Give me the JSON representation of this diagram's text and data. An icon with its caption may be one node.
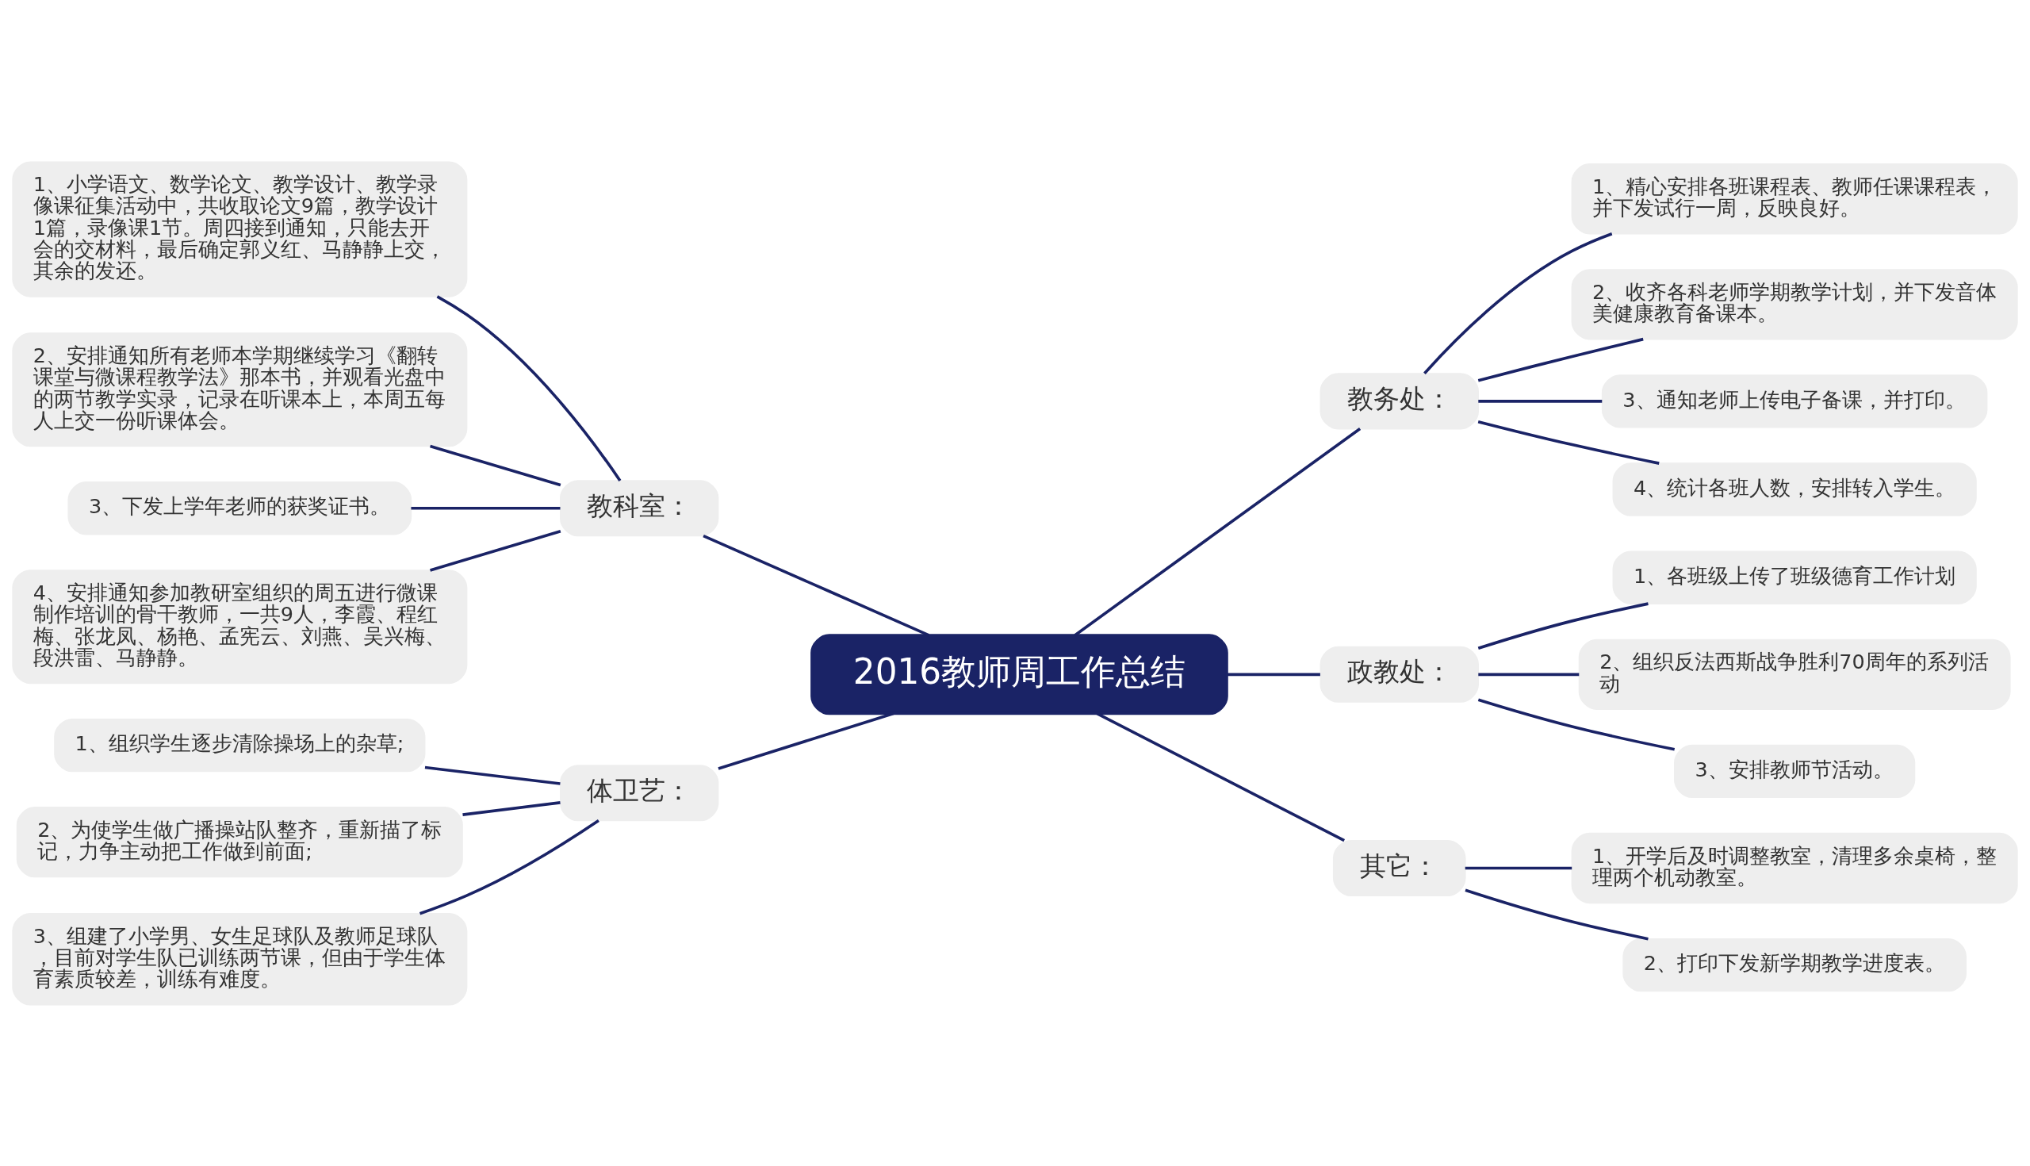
{
  "diagram": {
    "nodes": [
      {
        "text": [
          "2016教师周工作总结"
        ]
      },
      {
        "text": [
          "教科室："
        ]
      },
      {
        "text": [
          "1、小学语文、数学论文、教学设计、教学录像课征集活动中，共收取论文9篇，教学设计1篇，录像课1节。周四接到通知，只能去开会的交材料，最后确定郭义红、马静静上交，其余的发还。"
        ]
      },
      {
        "text": [
          "2、安排通知所有老师本学期继续学习《翻转课堂与微课程教学法》那本书，并观看光盘中的两节教学实录，记录在听课本上，本周五每人上交一份听课体会。"
        ]
      },
      {
        "text": [
          "3、下发上学年老师的获奖证书。"
        ]
      },
      {
        "text": [
          "4、安排通知参加教研室组织的周五进行微课制作培训的骨干教师，一共9人，李霞、程红梅、张龙凤、杨艳、孟宪云、刘燕、吴兴梅、段洪雷、马静静。"
        ]
      },
      {
        "text": [
          "体卫艺："
        ]
      },
      {
        "text": [
          "1、组织学生逐步清除操场上的杂草;"
        ]
      },
      {
        "text": [
          "2、为使学生做广播操站队整齐，重新描了标记，力争主动把工作做到前面;"
        ]
      },
      {
        "text": [
          "3、组建了小学男、女生足球队及教师足球队，目前对学生队已训练两节课，但由于学生体育素质较差，训练有难度。"
        ]
      },
      {
        "text": [
          "教务处："
        ]
      },
      {
        "text": [
          "1、精心安排各班课程表、教师任课课程表，并下发试行一周，反映良好。"
        ]
      },
      {
        "text": [
          "2、收齐各科老师学期教学计划，并下发音体美健康教育备课本。"
        ]
      },
      {
        "text": [
          "3、通知老师上传电子备课，并打印。"
        ]
      },
      {
        "text": [
          "4、统计各班人数，安排转入学生。"
        ]
      },
      {
        "text": [
          "政教处："
        ]
      },
      {
        "text": [
          "1、各班级上传了班级德育工作计划"
        ]
      },
      {
        "text": [
          "2、组织反法西斯战争胜利70周年的系列活动"
        ]
      },
      {
        "text": [
          "3、安排教师节活动。"
        ]
      },
      {
        "text": [
          "其它："
        ]
      },
      {
        "text": [
          "1、开学后及时调整教室，清理多余桌椅，整理两个机动教室。"
        ]
      },
      {
        "text": [
          "2、打印下发新学期教学进度表。"
        ]
      }
    ],
    "edges": [
      {
        "from": 0,
        "to": 1,
        "arrow": "none"
      },
      {
        "from": 1,
        "to": 2,
        "arrow": "none"
      },
      {
        "from": 1,
        "to": 3,
        "arrow": "none"
      },
      {
        "from": 1,
        "to": 4,
        "arrow": "none"
      },
      {
        "from": 1,
        "to": 5,
        "arrow": "none"
      },
      {
        "from": 0,
        "to": 6,
        "arrow": "none"
      },
      {
        "from": 6,
        "to": 7,
        "arrow": "none"
      },
      {
        "from": 6,
        "to": 8,
        "arrow": "none"
      },
      {
        "from": 6,
        "to": 9,
        "arrow": "none"
      },
      {
        "from": 0,
        "to": 10,
        "arrow": "none"
      },
      {
        "from": 10,
        "to": 11,
        "arrow": "none"
      },
      {
        "from": 10,
        "to": 12,
        "arrow": "none"
      },
      {
        "from": 10,
        "to": 13,
        "arrow": "none"
      },
      {
        "from": 10,
        "to": 14,
        "arrow": "none"
      },
      {
        "from": 0,
        "to": 15,
        "arrow": "none"
      },
      {
        "from": 15,
        "to": 16,
        "arrow": "none"
      },
      {
        "from": 15,
        "to": 17,
        "arrow": "none"
      },
      {
        "from": 15,
        "to": 18,
        "arrow": "none"
      },
      {
        "from": 0,
        "to": 19,
        "arrow": "none"
      },
      {
        "from": 19,
        "to": 20,
        "arrow": "none"
      },
      {
        "from": 19,
        "to": 21,
        "arrow": "none"
      }
    ]
  }
}
